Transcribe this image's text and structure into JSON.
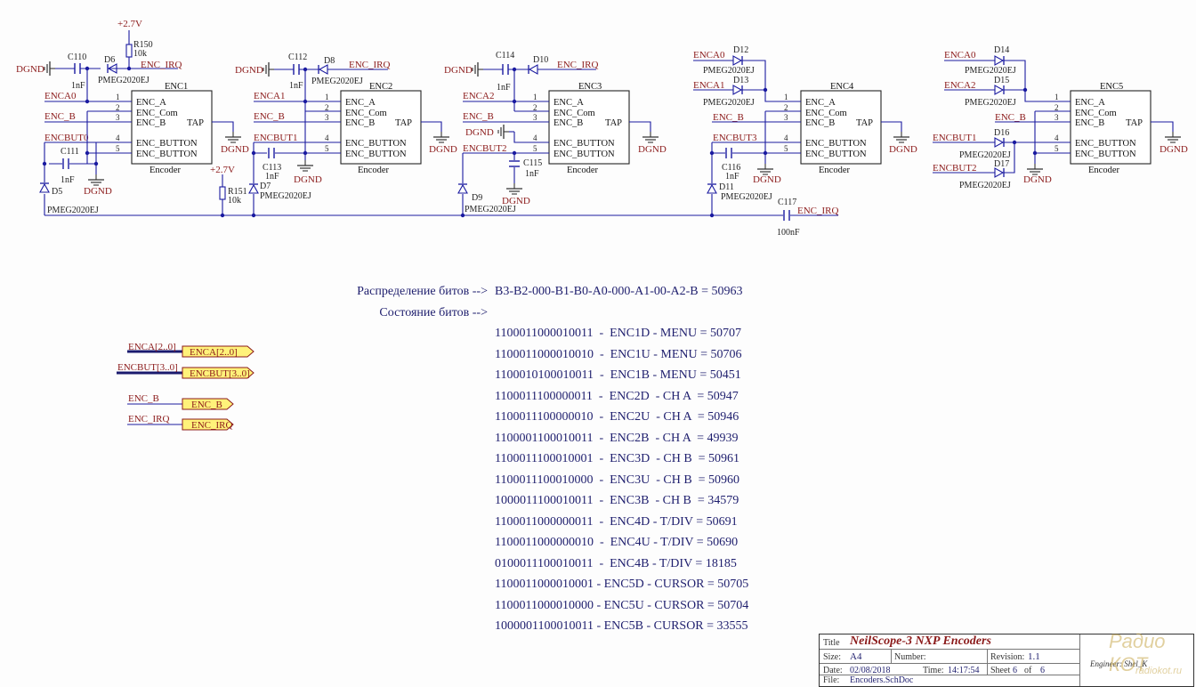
{
  "encoders": [
    {
      "ref": "ENC1",
      "type": "Encoder",
      "pins": [
        "ENC_A",
        "ENC_Com",
        "ENC_B",
        "ENC_BUTTON",
        "ENC_BUTTON"
      ],
      "tap": "TAP"
    },
    {
      "ref": "ENC2",
      "type": "Encoder",
      "pins": [
        "ENC_A",
        "ENC_Com",
        "ENC_B",
        "ENC_BUTTON",
        "ENC_BUTTON"
      ],
      "tap": "TAP"
    },
    {
      "ref": "ENC3",
      "type": "Encoder",
      "pins": [
        "ENC_A",
        "ENC_Com",
        "ENC_B",
        "ENC_BUTTON",
        "ENC_BUTTON"
      ],
      "tap": "TAP"
    },
    {
      "ref": "ENC4",
      "type": "Encoder",
      "pins": [
        "ENC_A",
        "ENC_Com",
        "ENC_B",
        "ENC_BUTTON",
        "ENC_BUTTON"
      ],
      "tap": "TAP"
    },
    {
      "ref": "ENC5",
      "type": "Encoder",
      "pins": [
        "ENC_A",
        "ENC_Com",
        "ENC_B",
        "ENC_BUTTON",
        "ENC_BUTTON"
      ],
      "tap": "TAP"
    }
  ],
  "pin_numbers": [
    "1",
    "2",
    "3",
    "4",
    "5"
  ],
  "nets": {
    "dgnd": "DGND",
    "vcc": "+2.7V",
    "enc_irq": "ENC_IRQ",
    "enc_b": "ENC_B",
    "enca0": "ENCA0",
    "enca1": "ENCA1",
    "enca2": "ENCA2",
    "encbut0": "ENCBUT0",
    "encbut1": "ENCBUT1",
    "encbut2": "ENCBUT2",
    "encbut3": "ENCBUT3"
  },
  "parts": {
    "c110": "C110",
    "c111": "C111",
    "c112": "C112",
    "c113": "C113",
    "c114": "C114",
    "c115": "C115",
    "c116": "C116",
    "c117": "C117",
    "cap_1nf": "1nF",
    "cap_100nf": "100nF",
    "r150": "R150",
    "r151": "R151",
    "res_10k": "10k",
    "d5": "D5",
    "d6": "D6",
    "d7": "D7",
    "d8": "D8",
    "d9": "D9",
    "d10": "D10",
    "d11": "D11",
    "d12": "D12",
    "d13": "D13",
    "d14": "D14",
    "d15": "D15",
    "d16": "D16",
    "d17": "D17",
    "diode": "PMEG2020EJ"
  },
  "ports": [
    {
      "net": "ENCA[2..0]",
      "port": "ENCA[2..0]",
      "bus": true
    },
    {
      "net": "ENCBUT[3..0]",
      "port": "ENCBUT[3..0]",
      "bus": true
    },
    {
      "net": "ENC_B",
      "port": "ENC_B",
      "bus": false
    },
    {
      "net": "ENC_IRQ",
      "port": "ENC_IRQ",
      "bus": false
    }
  ],
  "bits": {
    "distribution_label": "Распределение битов -->",
    "distribution_value": "B3-B2-000-B1-B0-A0-000-A1-00-A2-B = 50963",
    "state_label": "Состояние битов -->",
    "rows": [
      "1100011000010011  -  ENC1D - MENU = 50707",
      "1100011000010010  -  ENC1U - MENU = 50706",
      "1100010100010011  -  ENC1B - MENU = 50451",
      "1100011100000011  -  ENC2D  - CH A  = 50947",
      "1100011100000010  -  ENC2U  - CH A  = 50946",
      "1100001100010011  -  ENC2B  - CH A  = 49939",
      "1100011100010001  -  ENC3D  - CH B  = 50961",
      "1100011100010000  -  ENC3U  - CH B  = 50960",
      "1000011100010011  -  ENC3B  - CH B  = 34579",
      "1100011000000011  -  ENC4D - T/DIV = 50691",
      "1100011000000010  -  ENC4U - T/DIV = 50690",
      "0100011100010011  -  ENC4B - T/DIV = 18185",
      "1100011000010001 - ENC5D - CURSOR = 50705",
      "1100011000010000 - ENC5U - CURSOR = 50704",
      "1000001100010011 - ENC5B - CURSOR = 33555"
    ]
  },
  "title_block": {
    "title_label": "Title",
    "title": "NeilScope-3 NXP   Encoders",
    "size_label": "Size:",
    "size": "A4",
    "number_label": "Number:",
    "revision_label": "Revision:",
    "revision": "1.1",
    "date_label": "Date:",
    "date": "02/08/2018",
    "time_label": "Time:",
    "time": "14:17:54",
    "sheet_label": "Sheet",
    "sheet": "6",
    "of_label": "of",
    "sheets": "6",
    "file_label": "File:",
    "file": "Encoders.SchDoc",
    "engineer_label": "Engineer: Shel_K"
  },
  "watermark": {
    "top": "Радио КОТ",
    "bottom": "radiokot.ru"
  },
  "colors": {
    "wire": "#1a1aa0",
    "net_label": "#8b1a1a",
    "text": "#1f1f6e",
    "port_fill": "#fff27a"
  }
}
